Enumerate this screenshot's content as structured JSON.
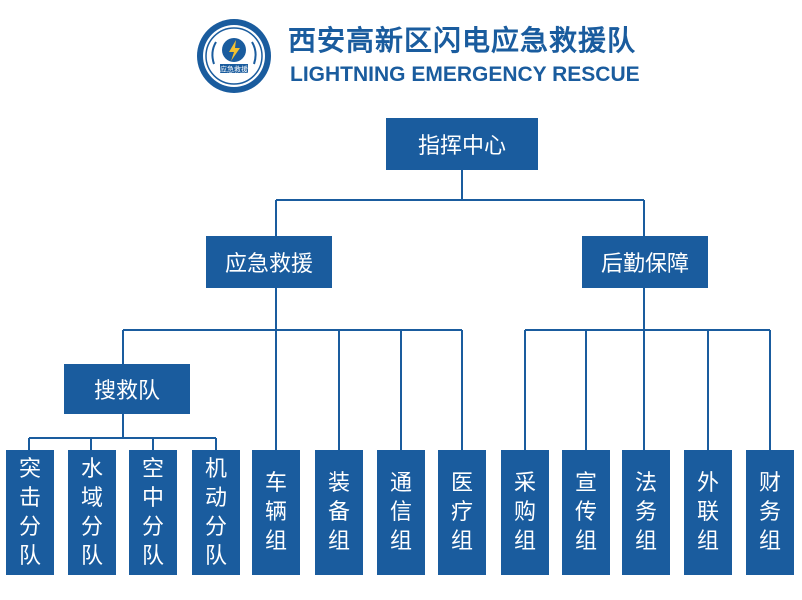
{
  "header": {
    "title_cn": "西安高新区闪电应急救援队",
    "title_en": "LIGHTNING EMERGENCY RESCUE",
    "logo_text": "应急救援"
  },
  "colors": {
    "node": "#1a5c9e",
    "line": "#1a5c9e"
  },
  "org": {
    "root": "指挥中心",
    "branches": {
      "rescue": "应急救援",
      "logistics": "后勤保障"
    },
    "rescue_sub": "搜救队",
    "search_units": [
      "突\n击\n分\n队",
      "水\n域\n分\n队",
      "空\n中\n分\n队",
      "机\n动\n分\n队"
    ],
    "rescue_groups": [
      "车\n辆\n组",
      "装\n备\n组",
      "通\n信\n组",
      "医\n疗\n组"
    ],
    "logistics_groups": [
      "采\n购\n组",
      "宣\n传\n组",
      "法\n务\n组",
      "外\n联\n组",
      "财\n务\n组"
    ]
  }
}
